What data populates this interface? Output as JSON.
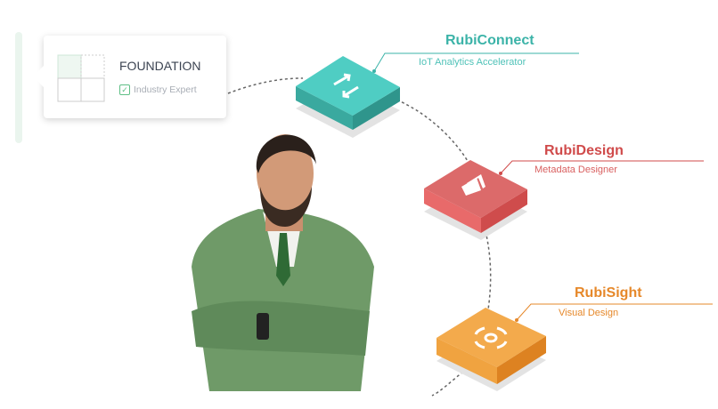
{
  "foundation": {
    "title": "FOUNDATION",
    "badge": "Industry Expert"
  },
  "products": [
    {
      "name": "RubiConnect",
      "subtitle": "IoT Analytics Accelerator",
      "color": "#3bb3a8",
      "icon": "arrows-exchange-icon"
    },
    {
      "name": "RubiDesign",
      "subtitle": "Metadata Designer",
      "color": "#d04b4b",
      "icon": "layers-icon"
    },
    {
      "name": "RubiSight",
      "subtitle": "Visual Design",
      "color": "#e6882a",
      "icon": "target-icon"
    }
  ]
}
